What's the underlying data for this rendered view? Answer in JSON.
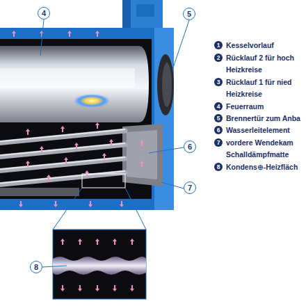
{
  "diagram": {
    "nodes": [
      {
        "text": [
          "4"
        ]
      },
      {
        "text": [
          "5"
        ]
      },
      {
        "text": [
          "1",
          "Kesselvorlauf"
        ]
      },
      {
        "text": [
          "2",
          "Rücklauf 2 für hoch Heizkreise"
        ]
      },
      {
        "text": [
          "3",
          "Rücklauf 1 für nied Heizkreise"
        ]
      },
      {
        "text": [
          "4",
          "Feuerraum"
        ]
      },
      {
        "text": [
          "5",
          "Brennertür zum Anba"
        ]
      },
      {
        "text": [
          "6",
          "Wasserleitelement"
        ]
      },
      {
        "text": [
          "7",
          "vordere Wendekam Schalldämpfmatte"
        ]
      },
      {
        "text": [
          "8",
          "Kondens⊕-Heizfläch"
        ]
      },
      {
        "text": [
          "6"
        ]
      },
      {
        "text": [
          "7"
        ]
      },
      {
        "text": [
          "8"
        ]
      }
    ]
  }
}
